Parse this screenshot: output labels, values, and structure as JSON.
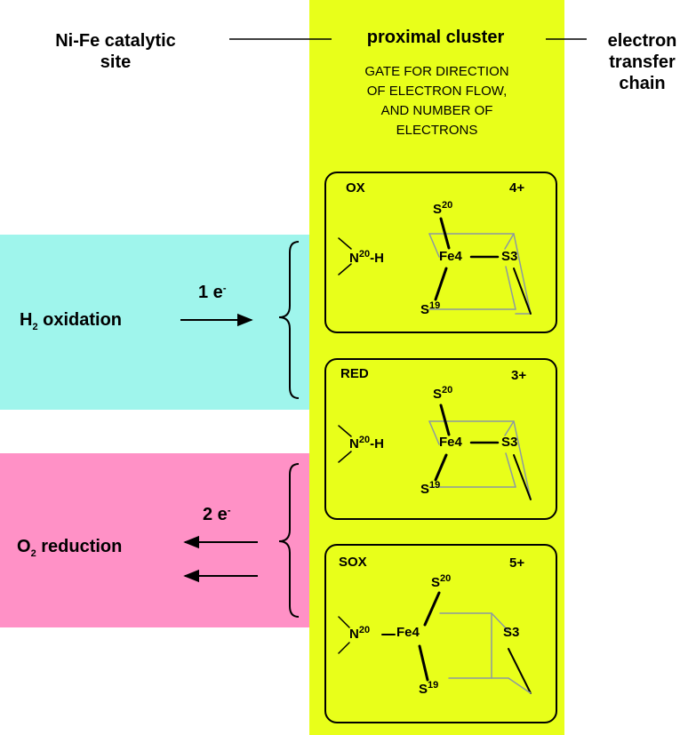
{
  "colors": {
    "yellow": "#e8ff1a",
    "cyan": "#9ff5ec",
    "pink": "#ff91c6"
  },
  "header": {
    "left_line1": "Ni-Fe catalytic",
    "left_line2": "site",
    "center": "proximal cluster",
    "right_line1": "electron",
    "right_line2": "transfer",
    "right_line3": "chain"
  },
  "gate_text": {
    "line1": "GATE FOR DIRECTION",
    "line2": "OF ELECTRON FLOW,",
    "line3": "AND NUMBER OF",
    "line4": "ELECTRONS"
  },
  "states": [
    {
      "name": "OX",
      "charge": "4+",
      "n_label": "N",
      "n_sup": "20",
      "h": "-H",
      "fe": "Fe4",
      "s3": "S3",
      "s20": "S",
      "s20_sup": "20",
      "s19": "S",
      "s19_sup": "19"
    },
    {
      "name": "RED",
      "charge": "3+",
      "n_label": "N",
      "n_sup": "20",
      "h": "-H",
      "fe": "Fe4",
      "s3": "S3",
      "s20": "S",
      "s20_sup": "20",
      "s19": "S",
      "s19_sup": "19"
    },
    {
      "name": "SOX",
      "charge": "5+",
      "n_label": "N",
      "n_sup": "20",
      "fe": "Fe4",
      "s3": "S3",
      "s20": "S",
      "s20_sup": "20",
      "s19": "S",
      "s19_sup": "19"
    }
  ],
  "h2": {
    "prefix": "H",
    "sub": "2",
    "suffix": " oxidation",
    "electrons": "1 e",
    "electrons_sup": "-"
  },
  "o2": {
    "prefix": "O",
    "sub": "2",
    "suffix": " reduction",
    "electrons": "2 e",
    "electrons_sup": "-"
  }
}
